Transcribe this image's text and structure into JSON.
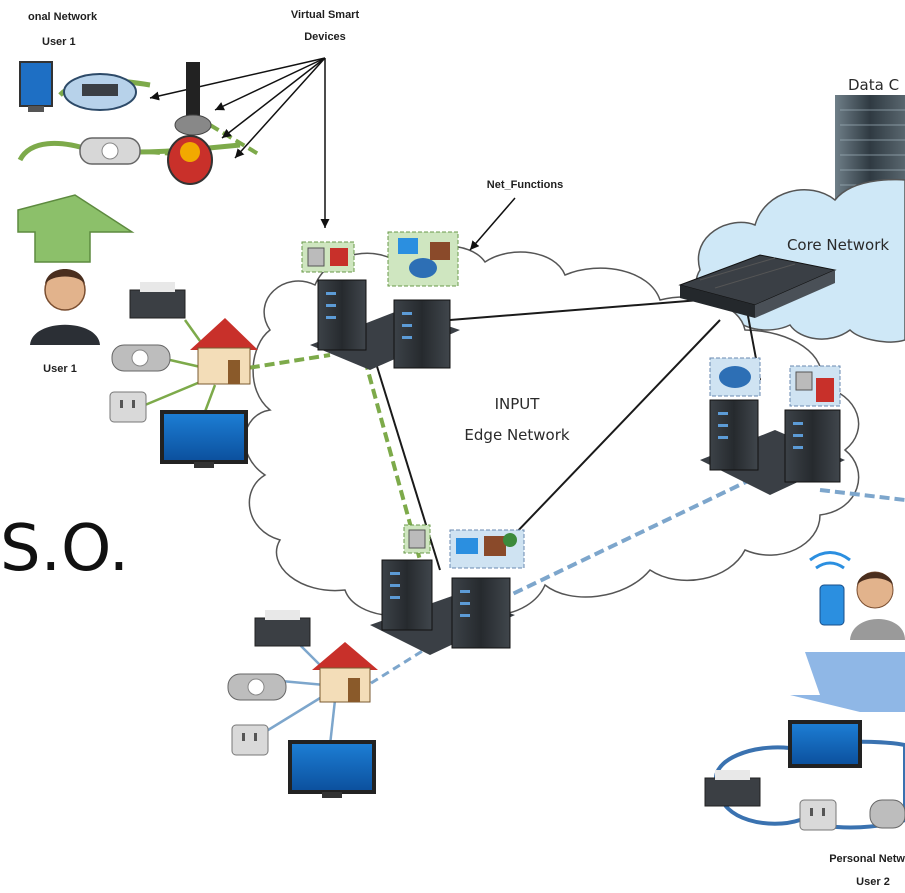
{
  "labels": {
    "personal_network_user1_line1": "onal Network",
    "personal_network_user1_line2": "User 1",
    "virtual_smart_line1": "Virtual Smart",
    "virtual_smart_line2": "Devices",
    "data_center": "Data C",
    "net_functions": "Net_Functions",
    "core_network": "Core Network",
    "user1": "User 1",
    "input": "INPUT",
    "edge_network": "Edge Network",
    "personal_network_user2_line1": "Personal Netw",
    "personal_network_user2_line2": "User 2",
    "overlay_text": "S.O."
  },
  "colors": {
    "cloud_fill": "#ffffff",
    "core_cloud_fill": "#cfe8f7",
    "cloud_stroke": "#555555",
    "green_link": "#7daa4a",
    "blue_link": "#7da6cc",
    "black_link": "#1a1a1a",
    "server_dark": "#2e3338",
    "arrow_green": "#8cc06a",
    "arrow_blue": "#8fb7e6",
    "roof_red": "#c8302a"
  },
  "icons": [
    "monitor-icon",
    "router-icon",
    "antenna-icon",
    "smart-device-icon",
    "printer-icon",
    "house-icon",
    "thermostat-icon",
    "outlet-icon",
    "smart-tv-icon",
    "server-rack-icon",
    "switch-icon",
    "user-avatar-icon",
    "phone-wifi-icon",
    "up-arrow-icon",
    "down-arrow-icon"
  ]
}
